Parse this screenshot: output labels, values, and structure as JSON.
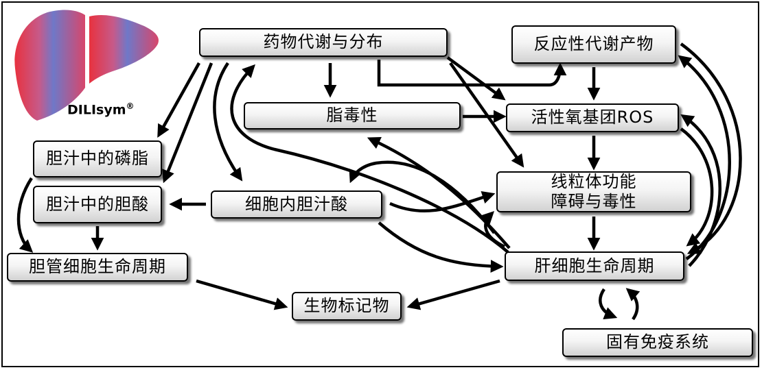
{
  "logo": {
    "brand": "DILIsym",
    "mark": "®"
  },
  "nodes": {
    "drug_metabolism": "药物代谢与分布",
    "reactive_metabolites": "反应性代谢产物",
    "lipotoxicity": "脂毒性",
    "ros": "活性氧基团ROS",
    "bile_phospholipids": "胆汁中的磷脂",
    "bile_acids_in_bile": "胆汁中的胆酸",
    "intracellular_bile_acids": "细胞内胆汁酸",
    "mitochondrial_dysfunction": "线粒体功能\n障碍与毒性",
    "cholangiocyte_life_cycle": "胆管细胞生命周期",
    "hepatocyte_life_cycle": "肝细胞生命周期",
    "biomarkers": "生物标记物",
    "innate_immune": "固有免疫系统"
  }
}
